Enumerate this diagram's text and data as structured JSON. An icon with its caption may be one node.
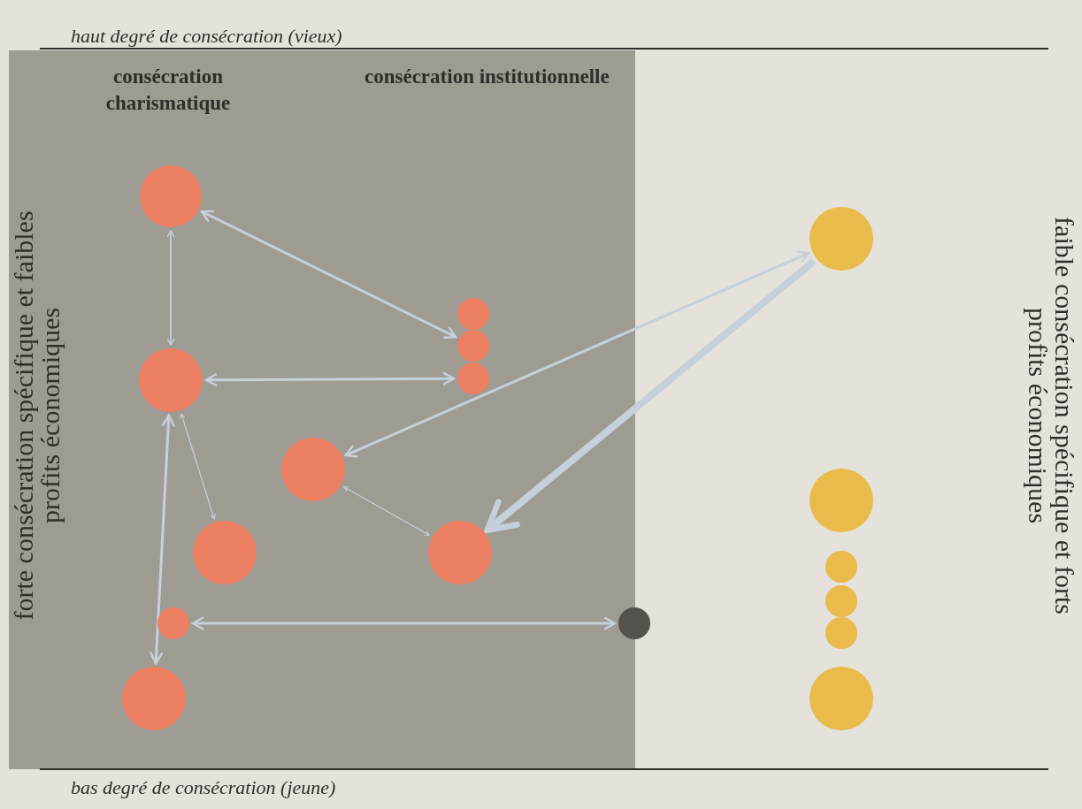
{
  "diagram": {
    "nodes": [
      {
        "text": [],
        "shape": "circle"
      },
      {
        "text": [],
        "shape": "circle"
      },
      {
        "text": [],
        "shape": "circle"
      },
      {
        "text": [],
        "shape": "circle"
      },
      {
        "text": [],
        "shape": "circle"
      },
      {
        "text": [],
        "shape": "circle"
      },
      {
        "text": [],
        "shape": "circle"
      },
      {
        "text": [],
        "shape": "circle"
      },
      {
        "text": [],
        "shape": "circle"
      },
      {
        "text": [],
        "shape": "circle"
      },
      {
        "text": [],
        "shape": "circle"
      },
      {
        "text": [],
        "shape": "circle"
      },
      {
        "text": [],
        "shape": "circle"
      },
      {
        "text": [],
        "shape": "circle"
      },
      {
        "text": [],
        "shape": "circle"
      },
      {
        "text": [],
        "shape": "circle"
      },
      {
        "text": [],
        "shape": "circle"
      }
    ],
    "edges": [
      {
        "from": 0,
        "to": 2,
        "arrow": "both"
      },
      {
        "from": 0,
        "to": 5,
        "arrow": "both"
      },
      {
        "from": 5,
        "to": 3,
        "arrow": "both"
      },
      {
        "from": 5,
        "to": 15,
        "arrow": "both"
      },
      {
        "from": 5,
        "to": 8,
        "arrow": "both"
      },
      {
        "from": 6,
        "to": 4,
        "arrow": "both"
      },
      {
        "from": 4,
        "to": 9,
        "arrow": "to",
        "style": "thick"
      },
      {
        "from": 6,
        "to": 9,
        "arrow": "both"
      },
      {
        "from": 13,
        "to": 14,
        "arrow": "both"
      }
    ],
    "labels": [
      "haut degré de consécration (vieux)",
      "consécration charismatique",
      "consécration institutionnelle",
      "forte consécration spécifique et faibles profits économiques",
      "faible consécration spécifique et forts profits économiques",
      "bas degré de consécration (jeune)"
    ]
  }
}
